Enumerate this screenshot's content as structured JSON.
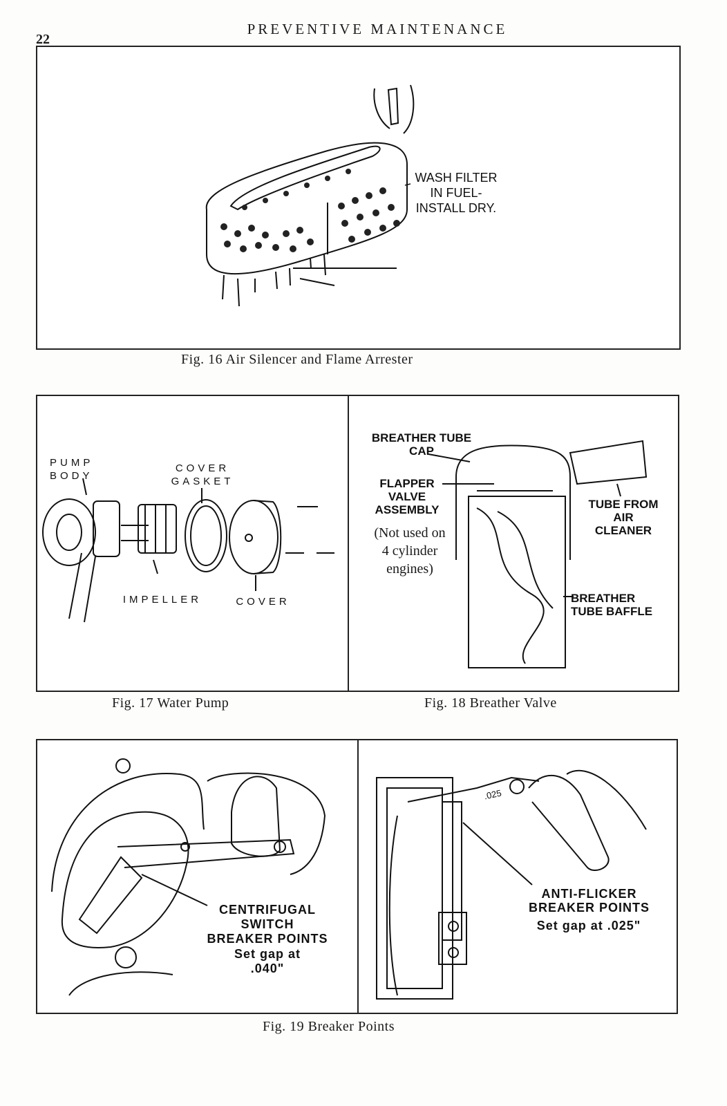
{
  "page": {
    "number": "22",
    "header": "PREVENTIVE MAINTENANCE"
  },
  "fig16": {
    "caption": "Fig. 16  Air Silencer and Flame Arrester",
    "label": "WASH FILTER\nIN FUEL-\nINSTALL DRY."
  },
  "fig17": {
    "caption": "Fig. 17  Water Pump",
    "labels": {
      "pump_body": "PUMP\nBODY",
      "cover_gasket": "COVER\nGASKET",
      "impeller": "IMPELLER",
      "cover": "COVER"
    }
  },
  "fig18": {
    "caption": "Fig. 18  Breather Valve",
    "labels": {
      "breather_cap": "BREATHER TUBE\nCAP",
      "flapper": "FLAPPER\nVALVE\nASSEMBLY",
      "note": "(Not used on\n4 cylinder\nengines)",
      "tube_from": "TUBE FROM\nAIR\nCLEANER",
      "baffle": "BREATHER\nTUBE BAFFLE"
    }
  },
  "fig19": {
    "caption": "Fig. 19  Breaker Points",
    "labels": {
      "centrifugal": "CENTRIFUGAL\nSWITCH\nBREAKER POINTS",
      "centrifugal_gap": "Set gap at\n.040\"",
      "antiflicker": "ANTI-FLICKER\nBREAKER POINTS",
      "antiflicker_gap": "Set gap at .025\"",
      "gauge_mark": ".025"
    }
  }
}
